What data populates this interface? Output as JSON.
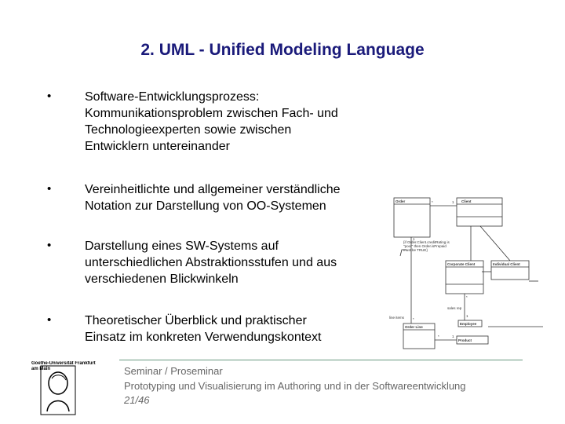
{
  "slide": {
    "title": "2. UML - Unified Modeling Language"
  },
  "bullets": [
    {
      "marker": "•",
      "lines": [
        "Software-Entwicklungsprozess:",
        "Kommunikationsproblem zwischen Fach- und",
        "Technologieexperten sowie zwischen",
        "Entwicklern untereinander"
      ]
    },
    {
      "marker": "•",
      "lines": [
        "Vereinheitlichte und allgemeiner verständliche",
        "Notation zur Darstellung von OO-Systemen"
      ]
    },
    {
      "marker": "•",
      "lines": [
        "Darstellung eines SW-Systems auf",
        "unterschiedlichen Abstraktionsstufen und aus",
        "verschiedenen Blickwinkeln"
      ]
    },
    {
      "marker": "•",
      "lines": [
        "Theoretischer Überblick und praktischer",
        "Einsatz im konkreten Verwendungskontext"
      ]
    }
  ],
  "diagram": {
    "classes": {
      "order": "Order",
      "client": "Client",
      "corporate": "Corporate Client",
      "individual": "Individual Client",
      "order_line": "Order Line",
      "employee": "Employee",
      "product": "Product"
    },
    "multiplicities": [
      "*",
      "1",
      "*",
      "1",
      "*",
      "1",
      "*",
      "1"
    ],
    "labels": {
      "constraint": "{if Order.Client.creditRating is \"poor\" then Order.isPrepaid must be TRUE}",
      "line_items": "line items",
      "sales_rep": "sales rep"
    }
  },
  "logo": {
    "text": "Goethe-Universität Frankfurt am Main"
  },
  "footer": {
    "line1": "Seminar / Proseminar",
    "line2": "Prototyping und Visualisierung im Authoring und in der Softwareentwicklung",
    "page": "21/46"
  },
  "colors": {
    "title": "#1a1a7a",
    "footer_text": "#666666",
    "rule": "#6a9a80"
  }
}
